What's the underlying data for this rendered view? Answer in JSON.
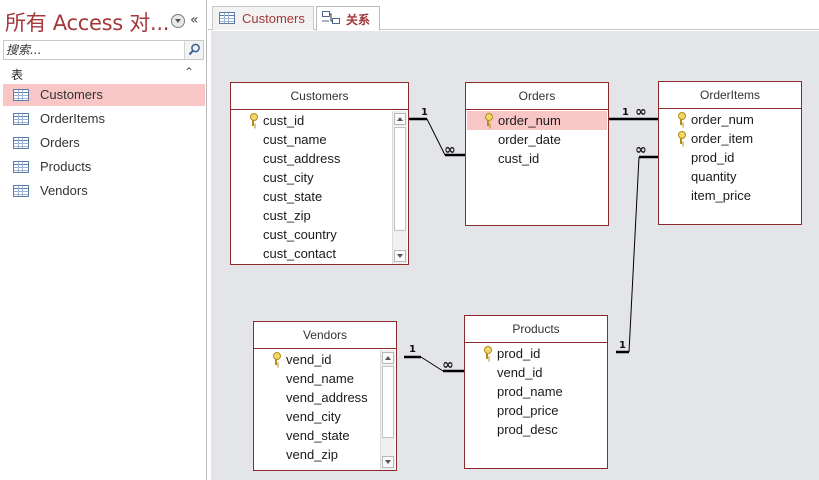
{
  "nav": {
    "title": "所有 Access 对...",
    "collapse_glyph": "«",
    "search_placeholder": "搜索...",
    "group_label": "表",
    "group_collapse_glyph": "⌃",
    "items": [
      {
        "label": "Customers",
        "selected": true
      },
      {
        "label": "OrderItems",
        "selected": false
      },
      {
        "label": "Orders",
        "selected": false
      },
      {
        "label": "Products",
        "selected": false
      },
      {
        "label": "Vendors",
        "selected": false
      }
    ]
  },
  "tabs": [
    {
      "label": "Customers",
      "icon": "table-icon",
      "active": false
    },
    {
      "label": "关系",
      "icon": "relationships-icon",
      "active": true
    }
  ],
  "tables": {
    "customers": {
      "title": "Customers",
      "fields": [
        "cust_id",
        "cust_name",
        "cust_address",
        "cust_city",
        "cust_state",
        "cust_zip",
        "cust_country",
        "cust_contact"
      ],
      "primary_keys": [
        "cust_id"
      ]
    },
    "orders": {
      "title": "Orders",
      "fields": [
        "order_num",
        "order_date",
        "cust_id"
      ],
      "primary_keys": [
        "order_num"
      ],
      "selected_field": "order_num"
    },
    "orderitems": {
      "title": "OrderItems",
      "fields": [
        "order_num",
        "order_item",
        "prod_id",
        "quantity",
        "item_price"
      ],
      "primary_keys": [
        "order_num",
        "order_item"
      ]
    },
    "vendors": {
      "title": "Vendors",
      "fields": [
        "vend_id",
        "vend_name",
        "vend_address",
        "vend_city",
        "vend_state",
        "vend_zip"
      ],
      "primary_keys": [
        "vend_id"
      ]
    },
    "products": {
      "title": "Products",
      "fields": [
        "prod_id",
        "vend_id",
        "prod_name",
        "prod_price",
        "prod_desc"
      ],
      "primary_keys": [
        "prod_id"
      ]
    }
  },
  "relationships": [
    {
      "one": "1",
      "many": "∞",
      "from": "Customers",
      "to": "Orders"
    },
    {
      "one": "1",
      "many": "∞",
      "from": "Orders",
      "to": "OrderItems"
    },
    {
      "one": "1",
      "many": "∞",
      "from": "Products",
      "to": "OrderItems"
    },
    {
      "one": "1",
      "many": "∞",
      "from": "Vendors",
      "to": "Products"
    }
  ],
  "colors": {
    "accent": "#a4373a",
    "selection": "#f9c6c6",
    "table_border": "#8b2a2a",
    "canvas": "#e4e5e9"
  }
}
